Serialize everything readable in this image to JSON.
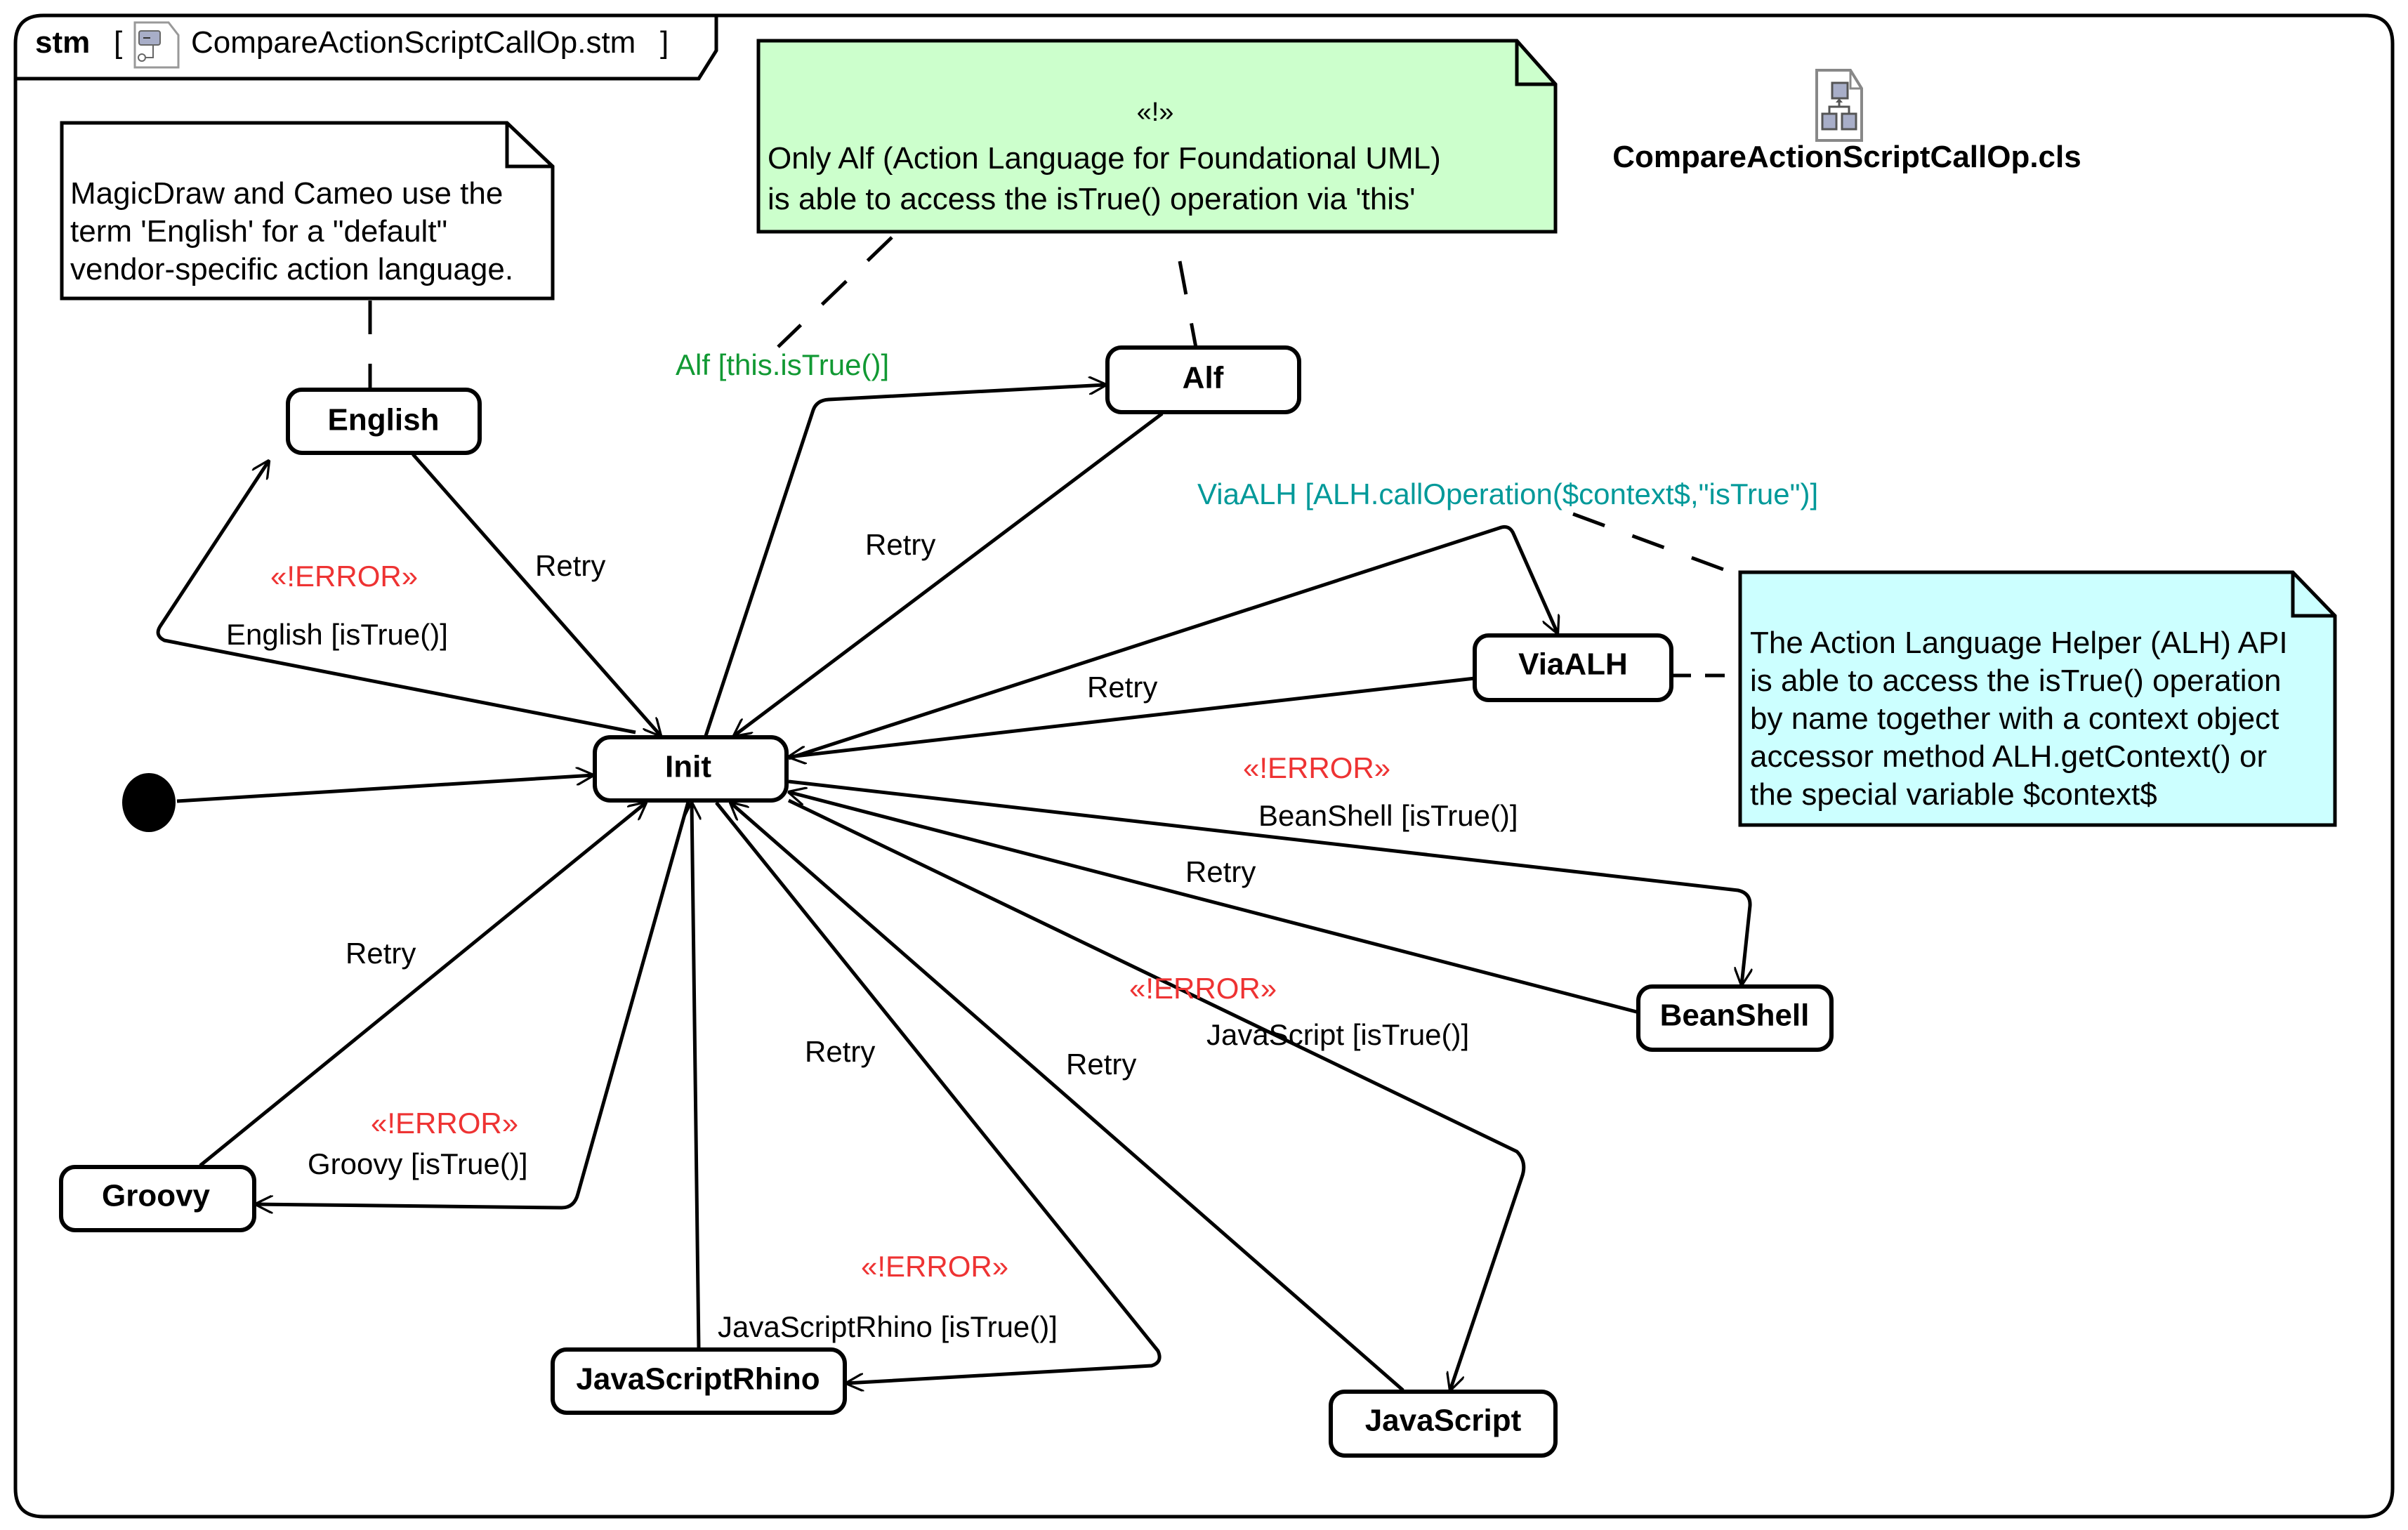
{
  "frame": {
    "kind": "stm",
    "open_bracket": "[",
    "name": "CompareActionScriptCallOp.stm",
    "close_bracket": "]",
    "icon": "state-machine-diagram-icon"
  },
  "class_ref": {
    "icon": "class-diagram-icon",
    "label": "CompareActionScriptCallOp.cls"
  },
  "notes": {
    "english": {
      "lines": [
        "MagicDraw and Cameo use the",
        "term 'English' for a \"default\"",
        "vendor-specific action language."
      ]
    },
    "alf": {
      "stereotype": "«!»",
      "lines": [
        "Only Alf (Action Language for Foundational UML)",
        "is able to access the isTrue() operation via 'this'"
      ],
      "fill": "#ccffcc"
    },
    "alh": {
      "lines": [
        "The Action Language Helper (ALH) API",
        "is able to access the isTrue() operation",
        "by name together with a context object",
        "accessor method ALH.getContext() or",
        "the special variable $context$"
      ],
      "fill": "#ccffff"
    }
  },
  "states": {
    "init": {
      "label": "Init",
      "fill": "#ffffff"
    },
    "english": {
      "label": "English",
      "fill": "#ffffff"
    },
    "alf": {
      "label": "Alf",
      "fill": "#ccffcc"
    },
    "viaalh": {
      "label": "ViaALH",
      "fill": "#ccffff"
    },
    "beanshell": {
      "label": "BeanShell",
      "fill": "#ffffff"
    },
    "groovy": {
      "label": "Groovy",
      "fill": "#ffffff"
    },
    "javascriptrhino": {
      "label": "JavaScriptRhino",
      "fill": "#ffffff"
    },
    "javascript": {
      "label": "JavaScript",
      "fill": "#ffffff"
    }
  },
  "transitions": {
    "english_go": {
      "stereotype": "«!ERROR»",
      "label": "English [isTrue()]"
    },
    "english_retry": {
      "label": "Retry"
    },
    "alf_go": {
      "label": "Alf [this.isTrue()]",
      "color": "#119933"
    },
    "alf_retry": {
      "label": "Retry"
    },
    "viaalh_go": {
      "label": "ViaALH [ALH.callOperation($context$,\"isTrue\")]",
      "color": "#009999"
    },
    "viaalh_retry": {
      "label": "Retry"
    },
    "beanshell_go": {
      "stereotype": "«!ERROR»",
      "label": "BeanShell [isTrue()]"
    },
    "beanshell_retry": {
      "label": "Retry"
    },
    "groovy_go": {
      "stereotype": "«!ERROR»",
      "label": "Groovy [isTrue()]"
    },
    "groovy_retry": {
      "label": "Retry"
    },
    "rhino_go": {
      "stereotype": "«!ERROR»",
      "label": "JavaScriptRhino [isTrue()]"
    },
    "rhino_retry": {
      "label": "Retry"
    },
    "javascript_go": {
      "stereotype": "«!ERROR»",
      "label": "JavaScript [isTrue()]"
    },
    "javascript_retry": {
      "label": "Retry"
    }
  },
  "colors": {
    "error": "#ee3333",
    "alf_guard": "#119933",
    "alh_guard": "#009999"
  }
}
